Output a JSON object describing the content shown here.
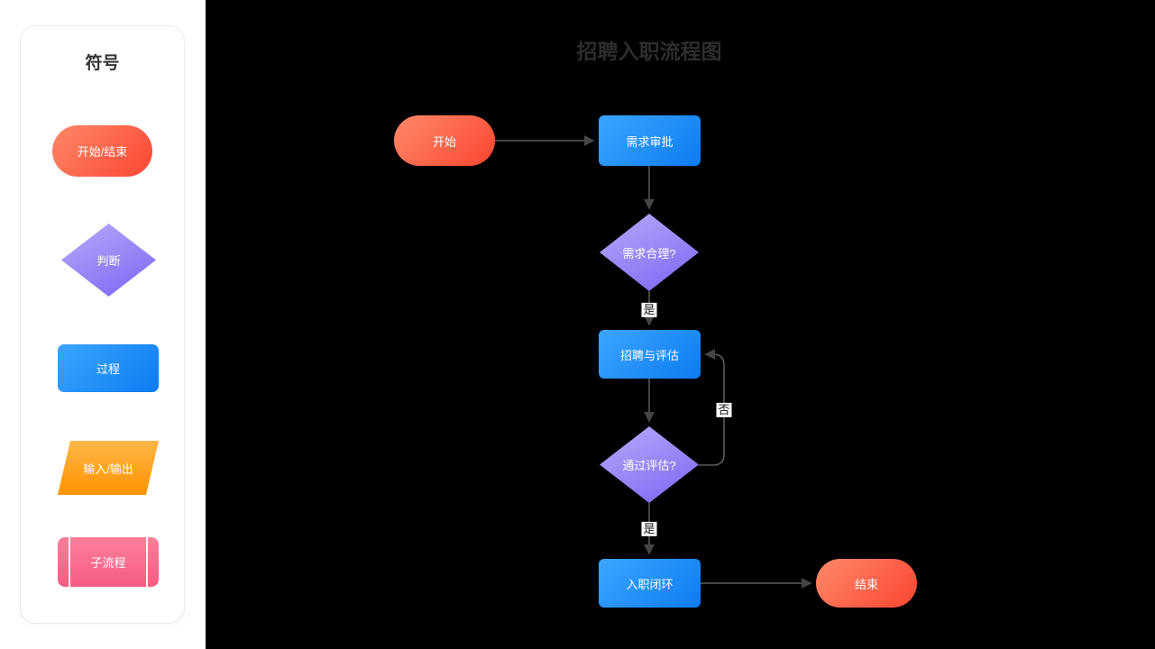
{
  "sidebar": {
    "title": "符号",
    "shapes": [
      {
        "id": "terminal",
        "label": "开始/结束"
      },
      {
        "id": "decision",
        "label": "判断"
      },
      {
        "id": "process",
        "label": "过程"
      },
      {
        "id": "io",
        "label": "输入/输出"
      },
      {
        "id": "subprocess",
        "label": "子流程"
      }
    ]
  },
  "canvas": {
    "title": "招聘入职流程图",
    "nodes": [
      {
        "id": "start",
        "type": "terminal",
        "label": "开始"
      },
      {
        "id": "approve",
        "type": "process",
        "label": "需求审批"
      },
      {
        "id": "reasonable",
        "type": "decision",
        "label": "需求合理?"
      },
      {
        "id": "recruit",
        "type": "process",
        "label": "招聘与评估"
      },
      {
        "id": "evaluate",
        "type": "decision",
        "label": "通过评估?"
      },
      {
        "id": "onboard",
        "type": "process",
        "label": "入职闭环"
      },
      {
        "id": "end",
        "type": "terminal",
        "label": "结束"
      }
    ],
    "edges": [
      {
        "from": "start",
        "to": "approve",
        "label": ""
      },
      {
        "from": "approve",
        "to": "reasonable",
        "label": ""
      },
      {
        "from": "reasonable",
        "to": "recruit",
        "label": "是"
      },
      {
        "from": "recruit",
        "to": "evaluate",
        "label": ""
      },
      {
        "from": "evaluate",
        "to": "onboard",
        "label": "是"
      },
      {
        "from": "evaluate",
        "to": "recruit",
        "label": "否"
      },
      {
        "from": "onboard",
        "to": "end",
        "label": ""
      }
    ]
  },
  "colors": {
    "canvas-bg": "#000000",
    "sidebar-bg": "#ffffff",
    "panel-border": "#ebebeb",
    "title-text": "#2d2d2d",
    "node-text": "#ffffff",
    "terminal-from": "#ff8968",
    "terminal-to": "#fa4530",
    "process-from": "#3ca5ff",
    "process-to": "#0d7cf2",
    "decision-from": "#b7abfa",
    "decision-to": "#7b64f2",
    "io-from": "#ffb647",
    "io-to": "#ff9300",
    "subprocess-from": "#ff7f9b",
    "subprocess-to": "#f65c83",
    "connector": "#5e5e5e",
    "arrowhead": "#454545",
    "edge-label-bg": "#ffffff",
    "edge-label-text": "#141414"
  }
}
